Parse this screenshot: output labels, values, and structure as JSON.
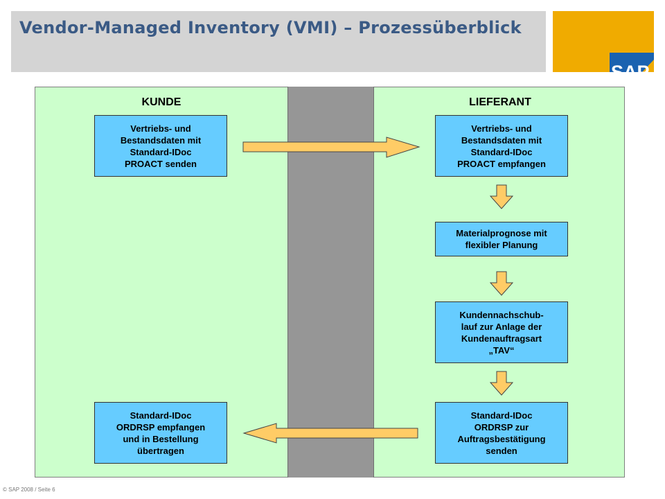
{
  "slide": {
    "title": "Vendor-Managed  Inventory (VMI) – Prozessüberblick",
    "logo_text": "SAP",
    "footer": "© SAP 2008 / Seite 6"
  },
  "lanes": {
    "left_header": "KUNDE",
    "right_header": "LIEFERANT"
  },
  "boxes": {
    "kunde_send": "Vertriebs- und\nBestandsdaten mit\nStandard-IDoc\nPROACT senden",
    "kunde_receive": "Standard-IDoc\nORDRSP empfangen\nund in Bestellung\nübertragen",
    "lief_receive": "Vertriebs- und\nBestandsdaten mit\nStandard-IDoc\nPROACT empfangen",
    "lief_forecast": "Materialprognose mit\nflexibler Planung",
    "lief_replenish": "Kundennachschub-\nlauf zur Anlage der\nKundenauftragsart\n„TAV“",
    "lief_confirm": "Standard-IDoc\nORDRSP zur\nAuftragsbestätigung\nsenden"
  },
  "colors": {
    "title_text": "#3a5a85",
    "title_bg": "#d4d4d4",
    "logo_bg": "#f0ab00",
    "logo_blue": "#1a62b0",
    "lane_bg": "#ccffcc",
    "divider": "#969696",
    "box_fill": "#66ccff",
    "arrow_fill": "#ffcc66"
  }
}
